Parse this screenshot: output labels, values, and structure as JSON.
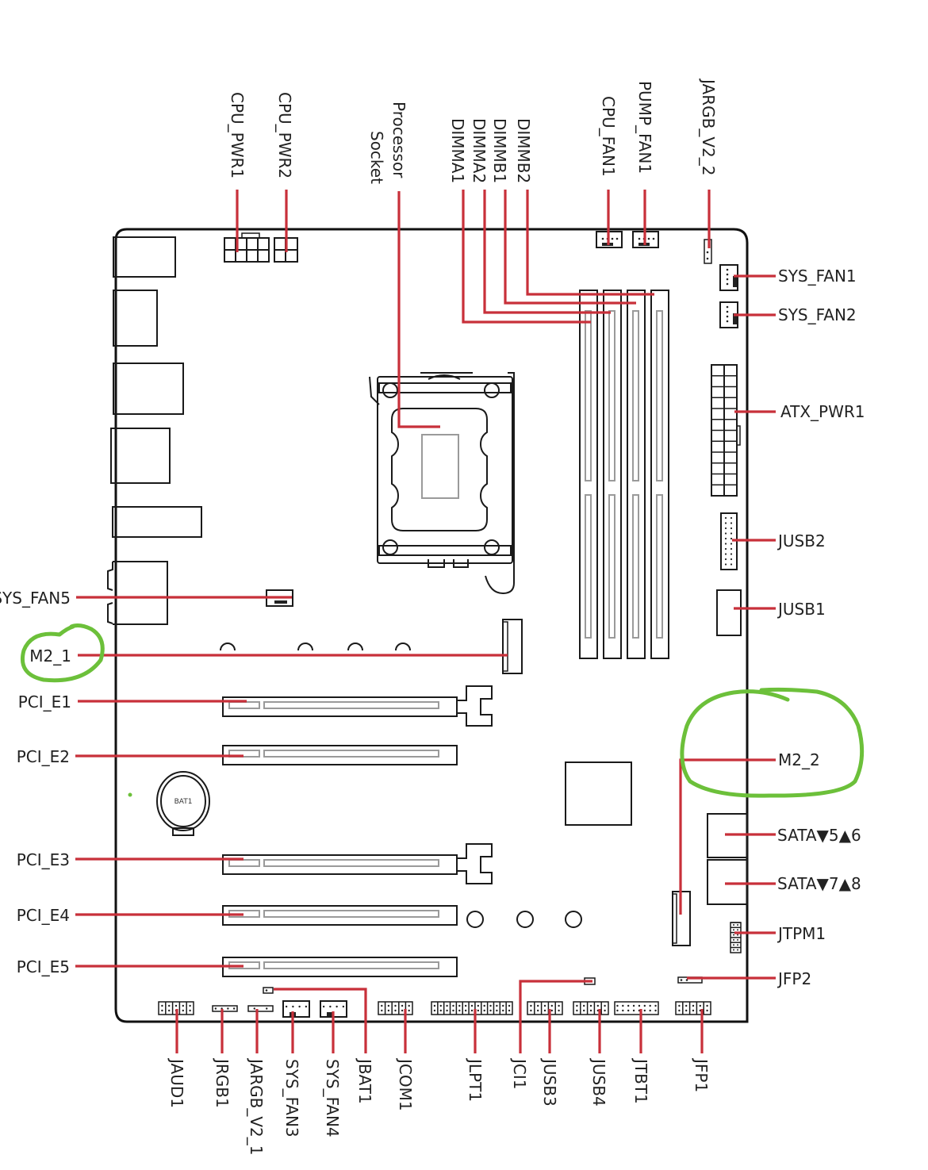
{
  "diagram": {
    "title": "Motherboard layout",
    "colors": {
      "leader": "#c8303a",
      "outline": "#1a1a1a",
      "annotation": "#6cc03a",
      "slot_inner": "#9a9a9a"
    },
    "top_labels": {
      "cpu_pwr1": "CPU_PWR1",
      "cpu_pwr2": "CPU_PWR2",
      "processor_line1": "Processor",
      "processor_line2": "Socket",
      "dimma1": "DIMMA1",
      "dimma2": "DIMMA2",
      "dimmb1": "DIMMB1",
      "dimmb2": "DIMMB2",
      "cpu_fan1": "CPU_FAN1",
      "pump_fan1": "PUMP_FAN1",
      "jargb_v2_2": "JARGB_V2_2"
    },
    "right_labels": {
      "sys_fan1": "SYS_FAN1",
      "sys_fan2": "SYS_FAN2",
      "atx_pwr1": "ATX_PWR1",
      "jusb2": "JUSB2",
      "jusb1": "JUSB1",
      "m2_2": "M2_2",
      "sata56": "SATA▼5▲6",
      "sata78": "SATA▼7▲8",
      "jtpm1": "JTPM1",
      "jfp2": "JFP2"
    },
    "left_labels": {
      "sys_fan5": "SYS_FAN5",
      "m2_1": "M2_1",
      "pci_e1": "PCI_E1",
      "pci_e2": "PCI_E2",
      "pci_e3": "PCI_E3",
      "pci_e4": "PCI_E4",
      "pci_e5": "PCI_E5"
    },
    "bottom_labels": {
      "jaud1": "JAUD1",
      "jrgb1": "JRGB1",
      "jargb_v2_1": "JARGB_V2_1",
      "sys_fan3": "SYS_FAN3",
      "sys_fan4": "SYS_FAN4",
      "jbat1": "JBAT1",
      "jcom1": "JCOM1",
      "jlpt1": "JLPT1",
      "jci1": "JCI1",
      "jusb3": "JUSB3",
      "jusb4": "JUSB4",
      "jtbt1": "JTBT1",
      "jfp1": "JFP1"
    },
    "board_text": {
      "bat1": "BAT1"
    },
    "annotations": [
      {
        "target": "M2_1",
        "shape": "circle"
      },
      {
        "target": "M2_2",
        "shape": "circle"
      }
    ]
  }
}
